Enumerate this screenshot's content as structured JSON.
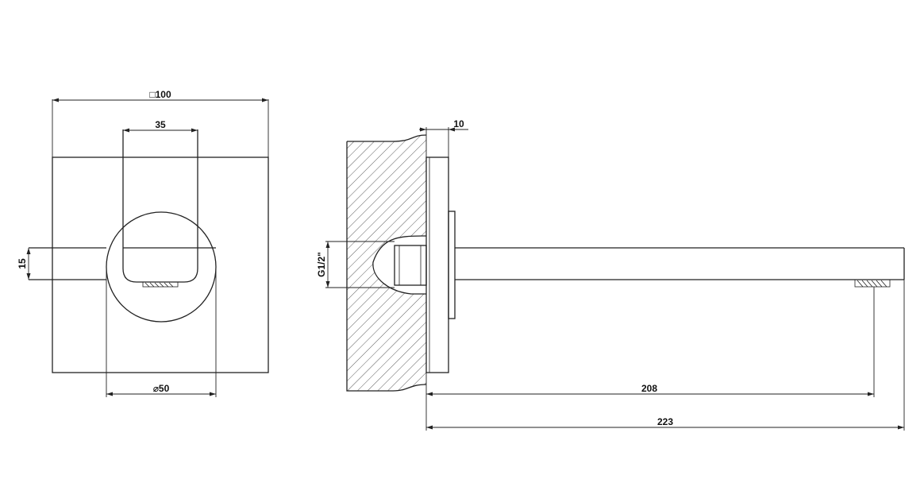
{
  "dimensions": {
    "front_width": "□100",
    "handle_width": "35",
    "handle_height": "15",
    "rosette_diameter": "⌀50",
    "wall_depth": "10",
    "thread": "G1/2\"",
    "spout_reach": "208",
    "total_length": "223"
  }
}
